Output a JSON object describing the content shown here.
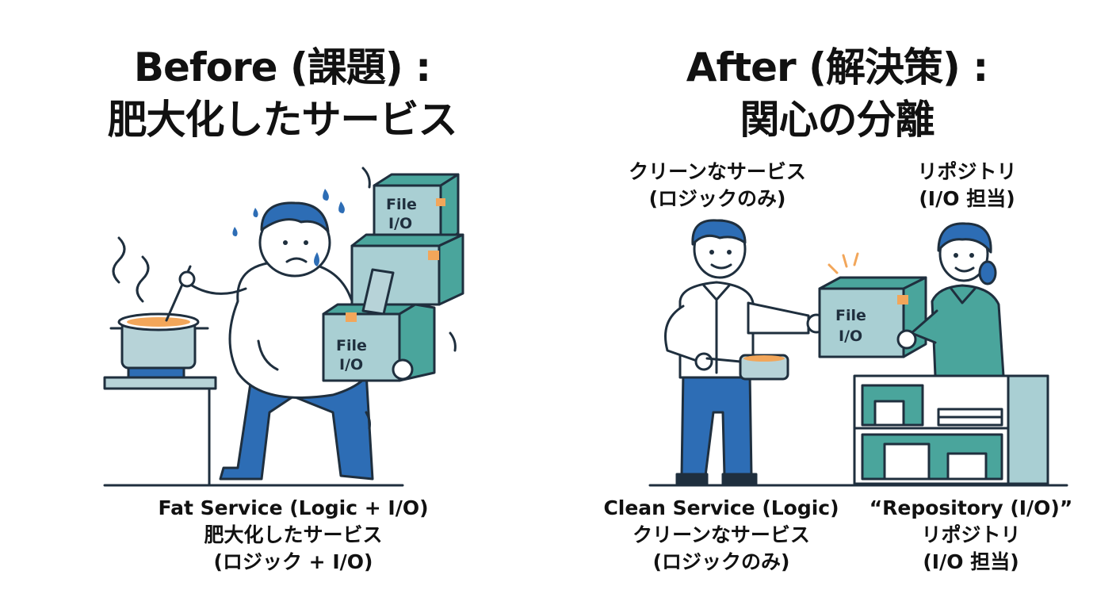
{
  "before": {
    "title_line1": "Before (課題) :",
    "title_line2": "肥大化したサービス",
    "caption_line1": "Fat Service (Logic + I/O)",
    "caption_line2": "肥大化したサービス",
    "caption_line3": "(ロジック + I/O)",
    "box_label_line1": "File",
    "box_label_line2": "I/O"
  },
  "after": {
    "title_line1": "After (解決策) :",
    "title_line2": "関心の分離",
    "service_label_line1": "クリーンなサービス",
    "service_label_line2": "(ロジックのみ)",
    "repo_label_line1": "リポジトリ",
    "repo_label_line2": "(I/O 担当)",
    "service_caption_line1": "Clean Service (Logic)",
    "service_caption_line2": "クリーンなサービス",
    "service_caption_line3": "(ロジックのみ)",
    "repo_caption_line1": "“Repository (I/O)”",
    "repo_caption_line2": "リポジトリ",
    "repo_caption_line3": "(I/O 担当)",
    "box_label_line1": "File",
    "box_label_line2": "I/O"
  },
  "colors": {
    "navy": "#1f2f3e",
    "blue": "#2d6db5",
    "teal": "#4aa59c",
    "light_teal": "#a9cfd3",
    "pot": "#b7d3d8",
    "orange": "#f2a65a"
  }
}
